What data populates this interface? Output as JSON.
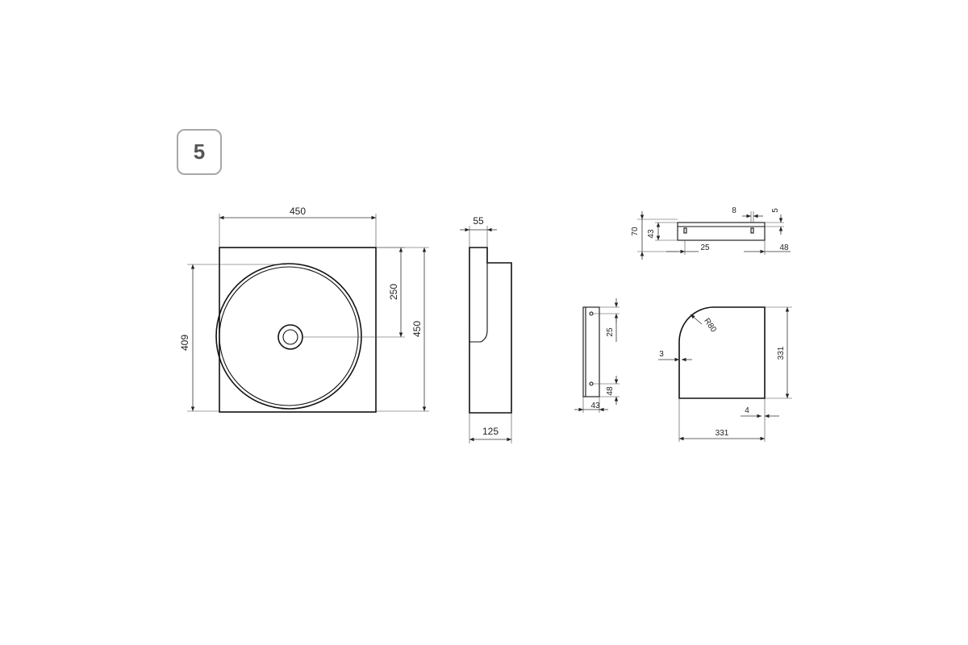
{
  "figure_number": "5",
  "front_view": {
    "width": "450",
    "height": "450",
    "bowl_height": "409",
    "drain_offset": "250"
  },
  "side_view": {
    "top_depth": "55",
    "total_depth": "125"
  },
  "top_bracket": {
    "height_total": "70",
    "height_inner": "43",
    "hole_offset": "25",
    "slot_width": "8",
    "edge": "5",
    "right_offset": "48"
  },
  "side_bracket": {
    "hole_spacing": "25",
    "bottom": "48",
    "depth": "43"
  },
  "shelf": {
    "radius": "R80",
    "height": "331",
    "width": "331",
    "left_edge": "3",
    "bottom_edge": "4"
  }
}
